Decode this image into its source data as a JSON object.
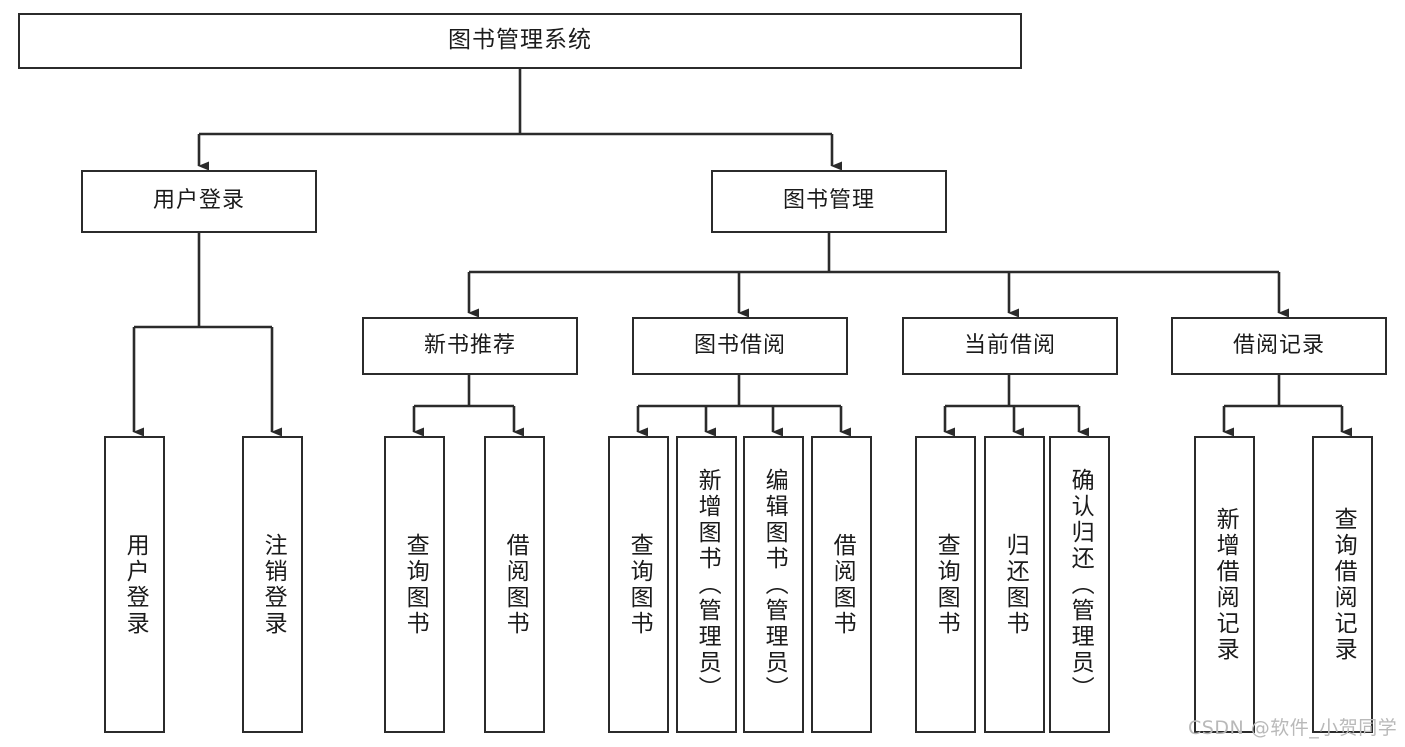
{
  "diagram": {
    "title": "图书管理系统",
    "type": "hierarchy-tree",
    "stroke_color": "#2b2b2b",
    "background_color": "#ffffff",
    "watermark": "CSDN @软件_小贺同学",
    "levels": {
      "root": {
        "label": "图书管理系统"
      },
      "level2": [
        {
          "label": "用户登录"
        },
        {
          "label": "图书管理"
        }
      ],
      "level3": [
        {
          "label": "新书推荐"
        },
        {
          "label": "图书借阅"
        },
        {
          "label": "当前借阅"
        },
        {
          "label": "借阅记录"
        }
      ],
      "leaves": {
        "user_login": [
          {
            "label": "用户登录"
          },
          {
            "label": "注销登录"
          }
        ],
        "new_book": [
          {
            "label": "查询图书"
          },
          {
            "label": "借阅图书"
          }
        ],
        "book_borrow": [
          {
            "label": "查询图书"
          },
          {
            "label": "新增图书（管理员）"
          },
          {
            "label": "编辑图书（管理员）"
          },
          {
            "label": "借阅图书"
          }
        ],
        "current_borrow": [
          {
            "label": "查询图书"
          },
          {
            "label": "归还图书"
          },
          {
            "label": "确认归还（管理员）"
          }
        ],
        "borrow_record": [
          {
            "label": "新增借阅记录"
          },
          {
            "label": "查询借阅记录"
          }
        ]
      }
    }
  }
}
